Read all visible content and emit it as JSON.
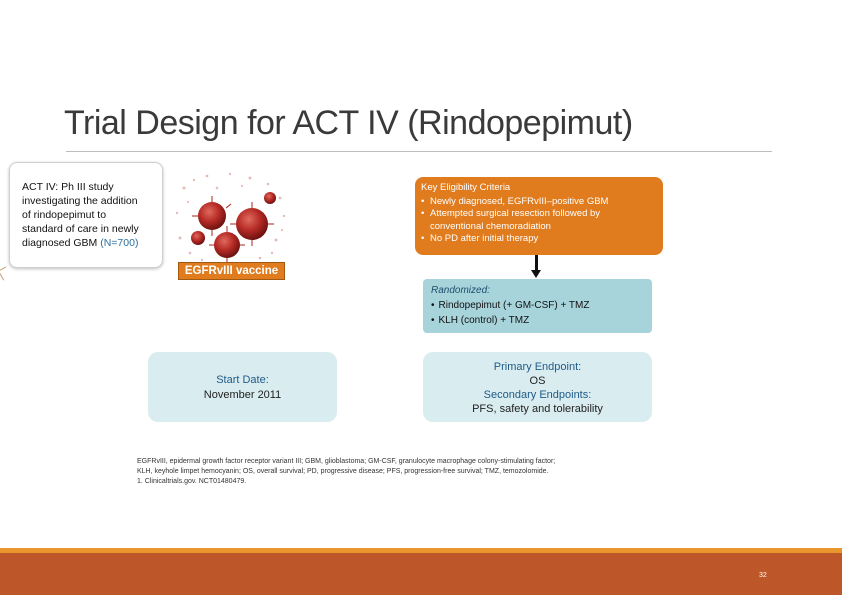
{
  "slide": {
    "title": "Trial Design for ACT IV (Rindopepimut)",
    "page_number": "32",
    "colors": {
      "title": "#3a3a3a",
      "orange": "#e07c1e",
      "teal": "#a7d3db",
      "light_blue": "#d9ecf0",
      "footer": "#bd5628",
      "footer_stripe": "#e9962e"
    }
  },
  "study": {
    "lines": [
      "ACT IV: Ph III study",
      "investigating the addition",
      "of  rindopepimut to",
      "standard of care in newly"
    ],
    "last_line_prefix": "diagnosed GBM ",
    "n_label": "(N=700)"
  },
  "vaccine": {
    "image": "virus-cluster-illustration",
    "label": "EGFRvIII vaccine"
  },
  "eligibility": {
    "heading": "Key Eligibility Criteria",
    "items": [
      "Newly diagnosed, EGFRvIII–positive GBM",
      "Attempted surgical resection followed by conventional chemoradiation",
      "No PD after initial therapy"
    ]
  },
  "randomized": {
    "heading": "Randomized:",
    "items": [
      "Rindopepimut (+ GM-CSF) + TMZ",
      "KLH (control) + TMZ"
    ]
  },
  "start_date": {
    "label": "Start Date:",
    "value": "November 2011"
  },
  "endpoints": {
    "primary_label": "Primary Endpoint:",
    "primary_value": "OS",
    "secondary_label": "Secondary Endpoints:",
    "secondary_value": "PFS, safety and tolerability"
  },
  "footnote": {
    "line1": "EGFRvIII, epidermal growth factor receptor variant III; GBM, glioblastoma; GM-CSF, granulocyte macrophage colony-stimulating factor;",
    "line2": "KLH, keyhole limpet hemocyanin; OS, overall survival; PD, progressive disease; PFS, progression-free survival; TMZ, temozolomide.",
    "line3": "1.  Clinicaltrials.gov. NCT01480479."
  }
}
